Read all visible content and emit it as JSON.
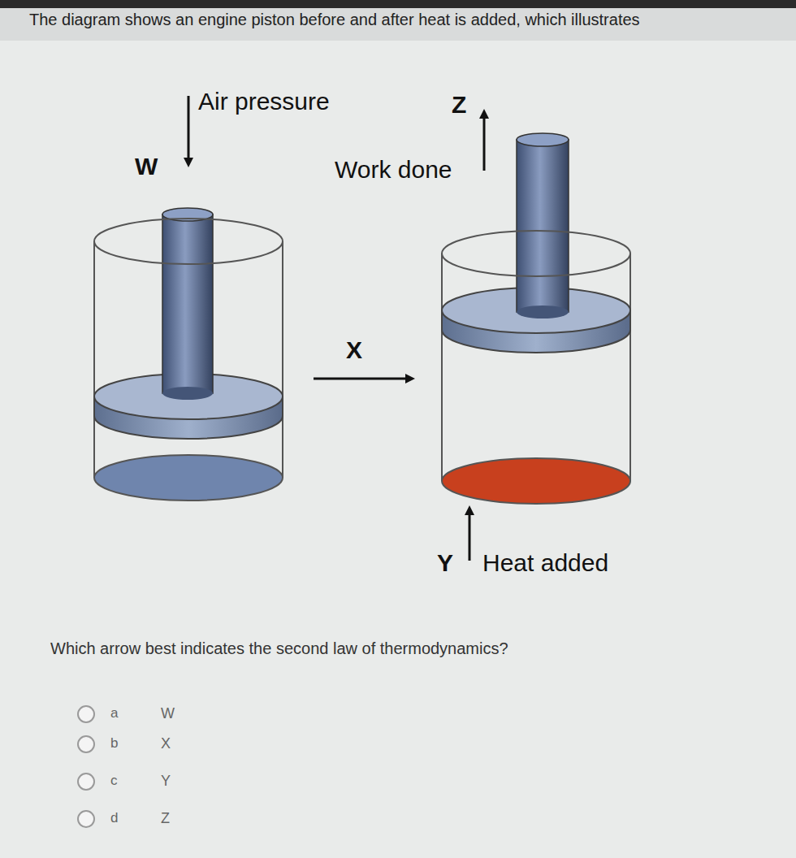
{
  "diagram": {
    "title": "The diagram shows an engine piston before and after heat is added, which illustrates",
    "labels": [
      "Air pressure",
      "W",
      "Z",
      "Work done",
      "X",
      "Y",
      "Heat added",
      "Which arrow best indicates the second law of thermodynamics?",
      "a",
      "W",
      "b",
      "X",
      "c",
      "Y",
      "d",
      "Z"
    ]
  }
}
